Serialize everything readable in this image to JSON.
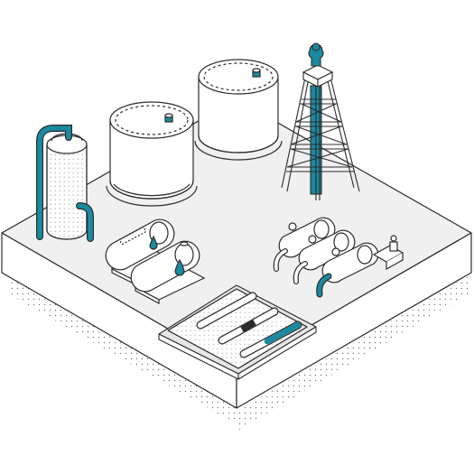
{
  "palette": {
    "stroke": "#2b2b2b",
    "fill": "#ffffff",
    "platform_top": "#f0f0f0",
    "pit": "#e6e6e6",
    "accent": "#1b8aa0",
    "pipe_dark": "#2b2b2b"
  },
  "objects": [
    {
      "name": "platform-slab",
      "icon": "platform"
    },
    {
      "name": "storage-tank-left",
      "icon": "cylindrical-tank"
    },
    {
      "name": "storage-tank-right",
      "icon": "cylindrical-tank"
    },
    {
      "name": "oil-derrick",
      "icon": "derrick"
    },
    {
      "name": "separator-vessel",
      "icon": "vertical-vessel"
    },
    {
      "name": "horizontal-tanks",
      "icon": "liquid-tank"
    },
    {
      "name": "pump-manifold",
      "icon": "pumps"
    },
    {
      "name": "pipeline-pit",
      "icon": "pipes"
    }
  ]
}
